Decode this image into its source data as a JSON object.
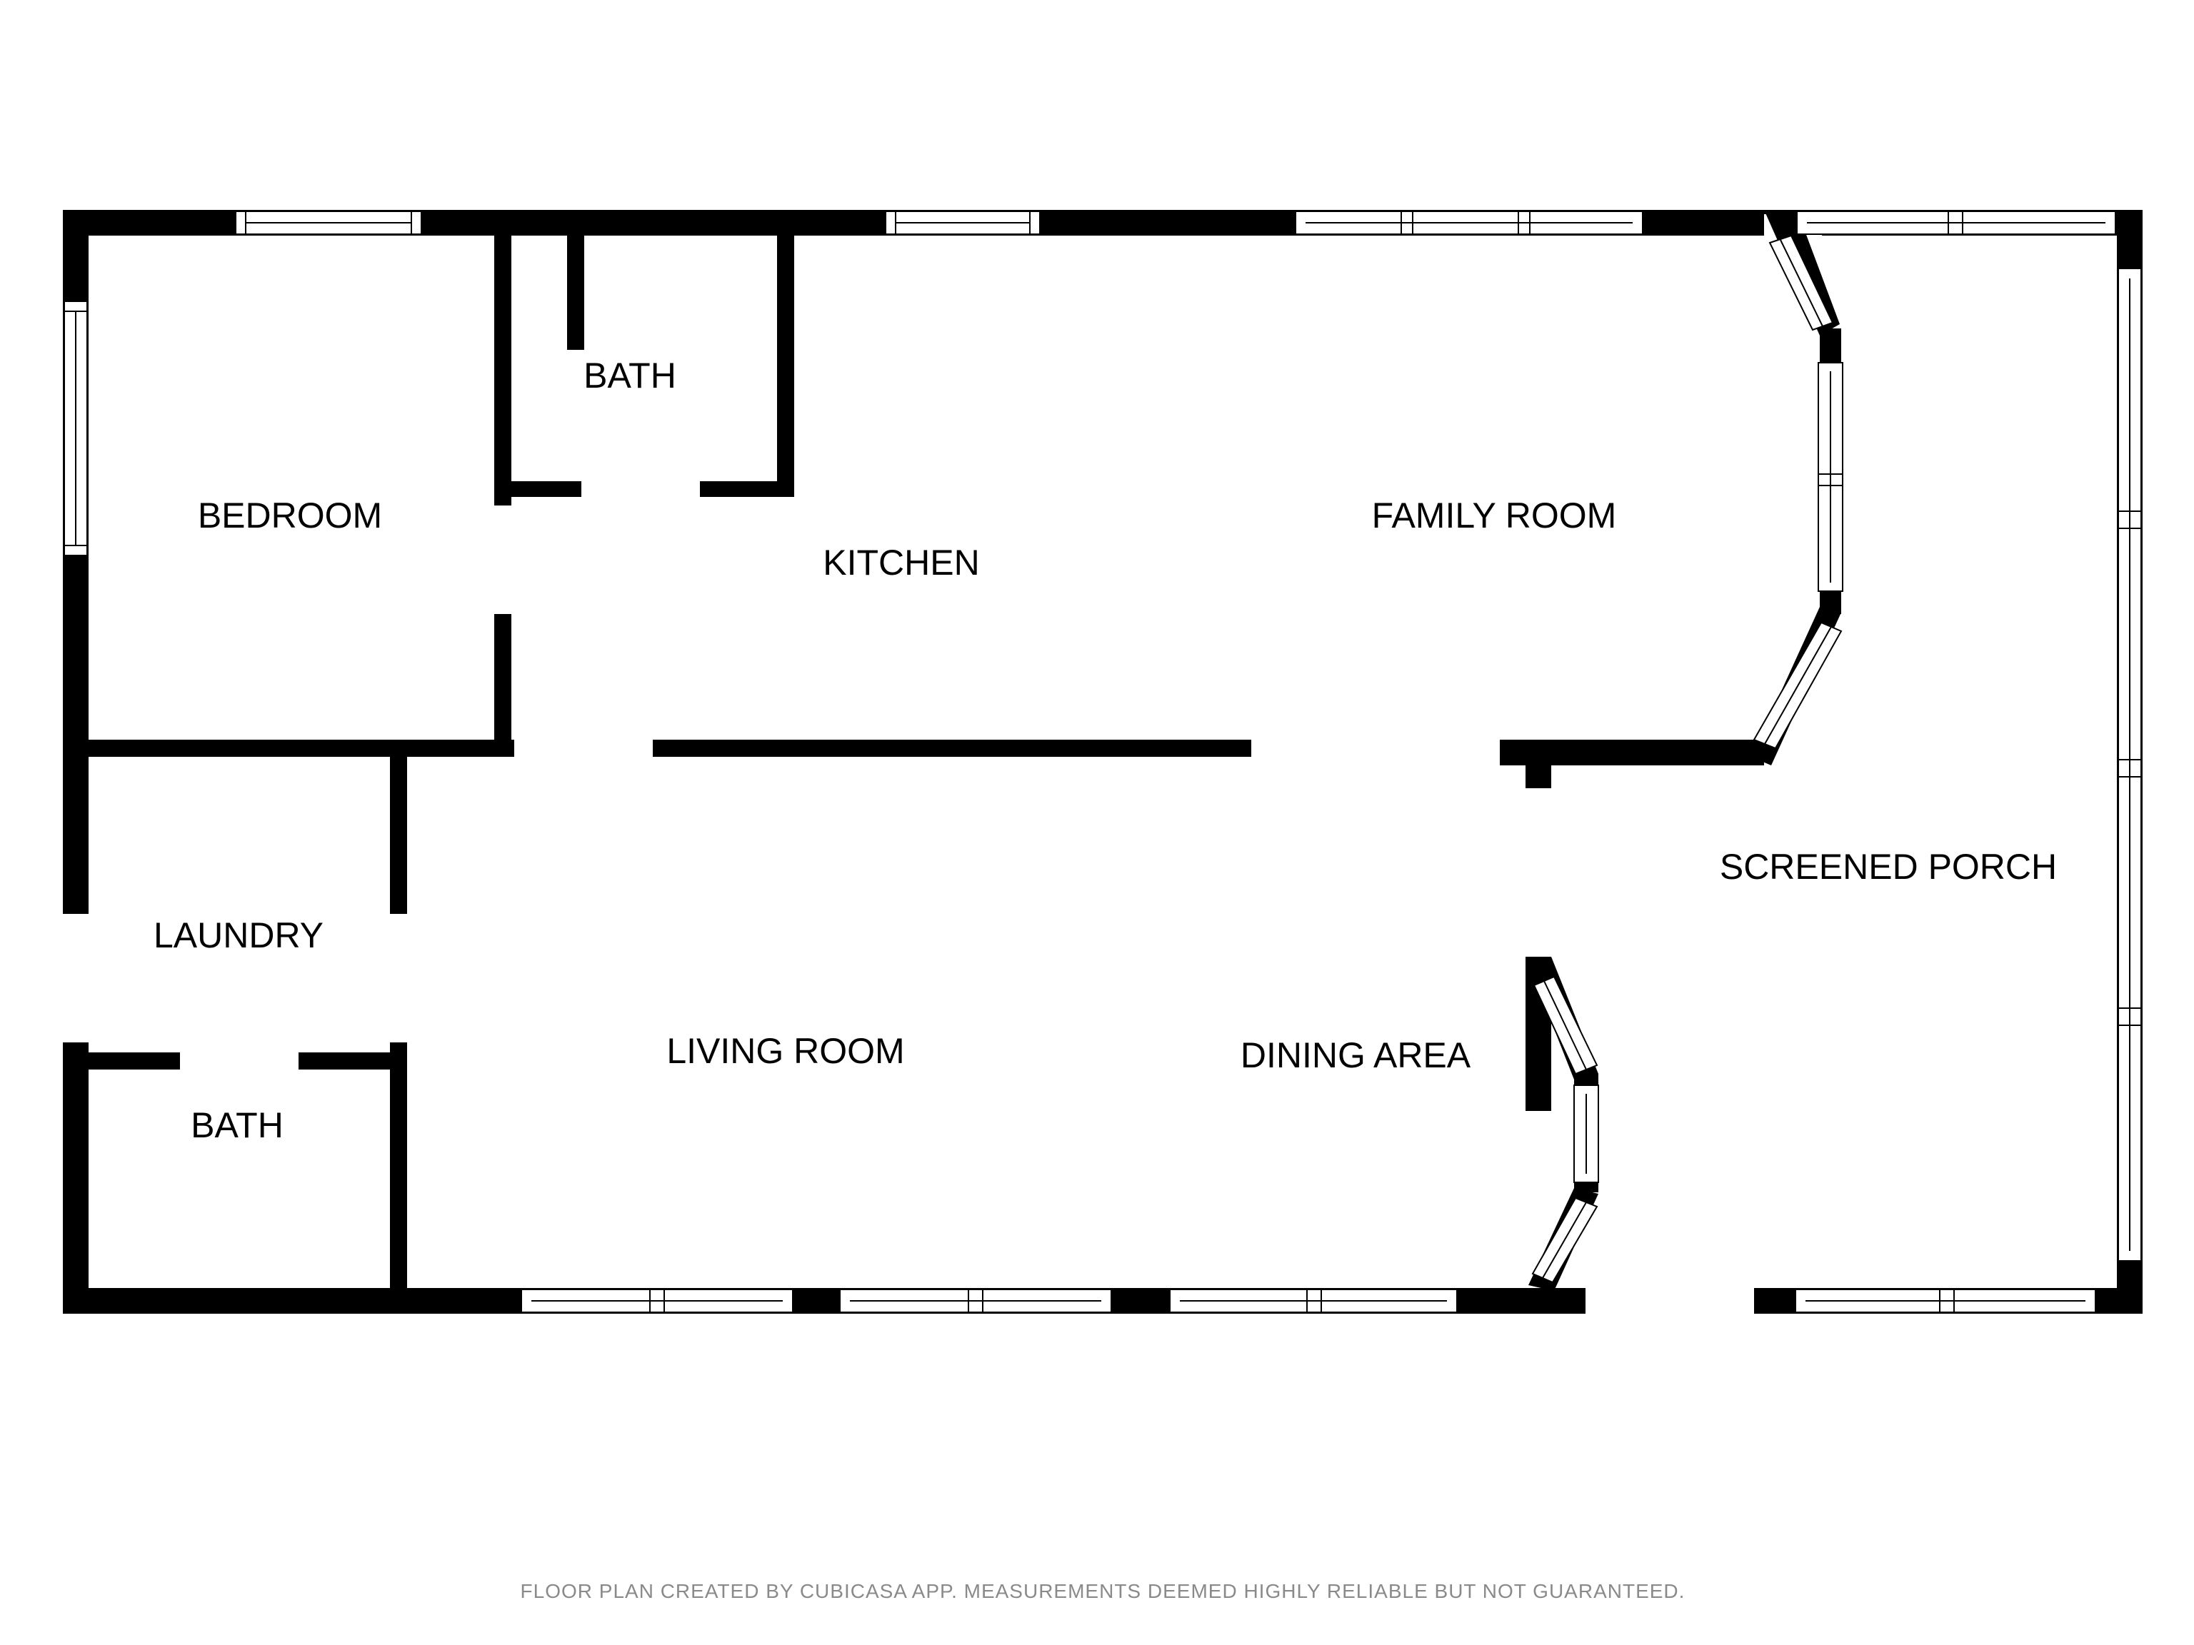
{
  "rooms": {
    "bath_top": "BATH",
    "bedroom": "BEDROOM",
    "kitchen": "KITCHEN",
    "family_room": "FAMILY ROOM",
    "screened_porch": "SCREENED PORCH",
    "laundry": "LAUNDRY",
    "living_room": "LIVING ROOM",
    "dining_area": "DINING AREA",
    "bath_bottom": "BATH"
  },
  "footer": {
    "text": "FLOOR PLAN CREATED BY CUBICASA APP. MEASUREMENTS DEEMED HIGHLY RELIABLE BUT NOT GUARANTEED."
  },
  "colors": {
    "wall": "#000000",
    "background": "#ffffff",
    "footer_text": "#8a8a8a"
  }
}
